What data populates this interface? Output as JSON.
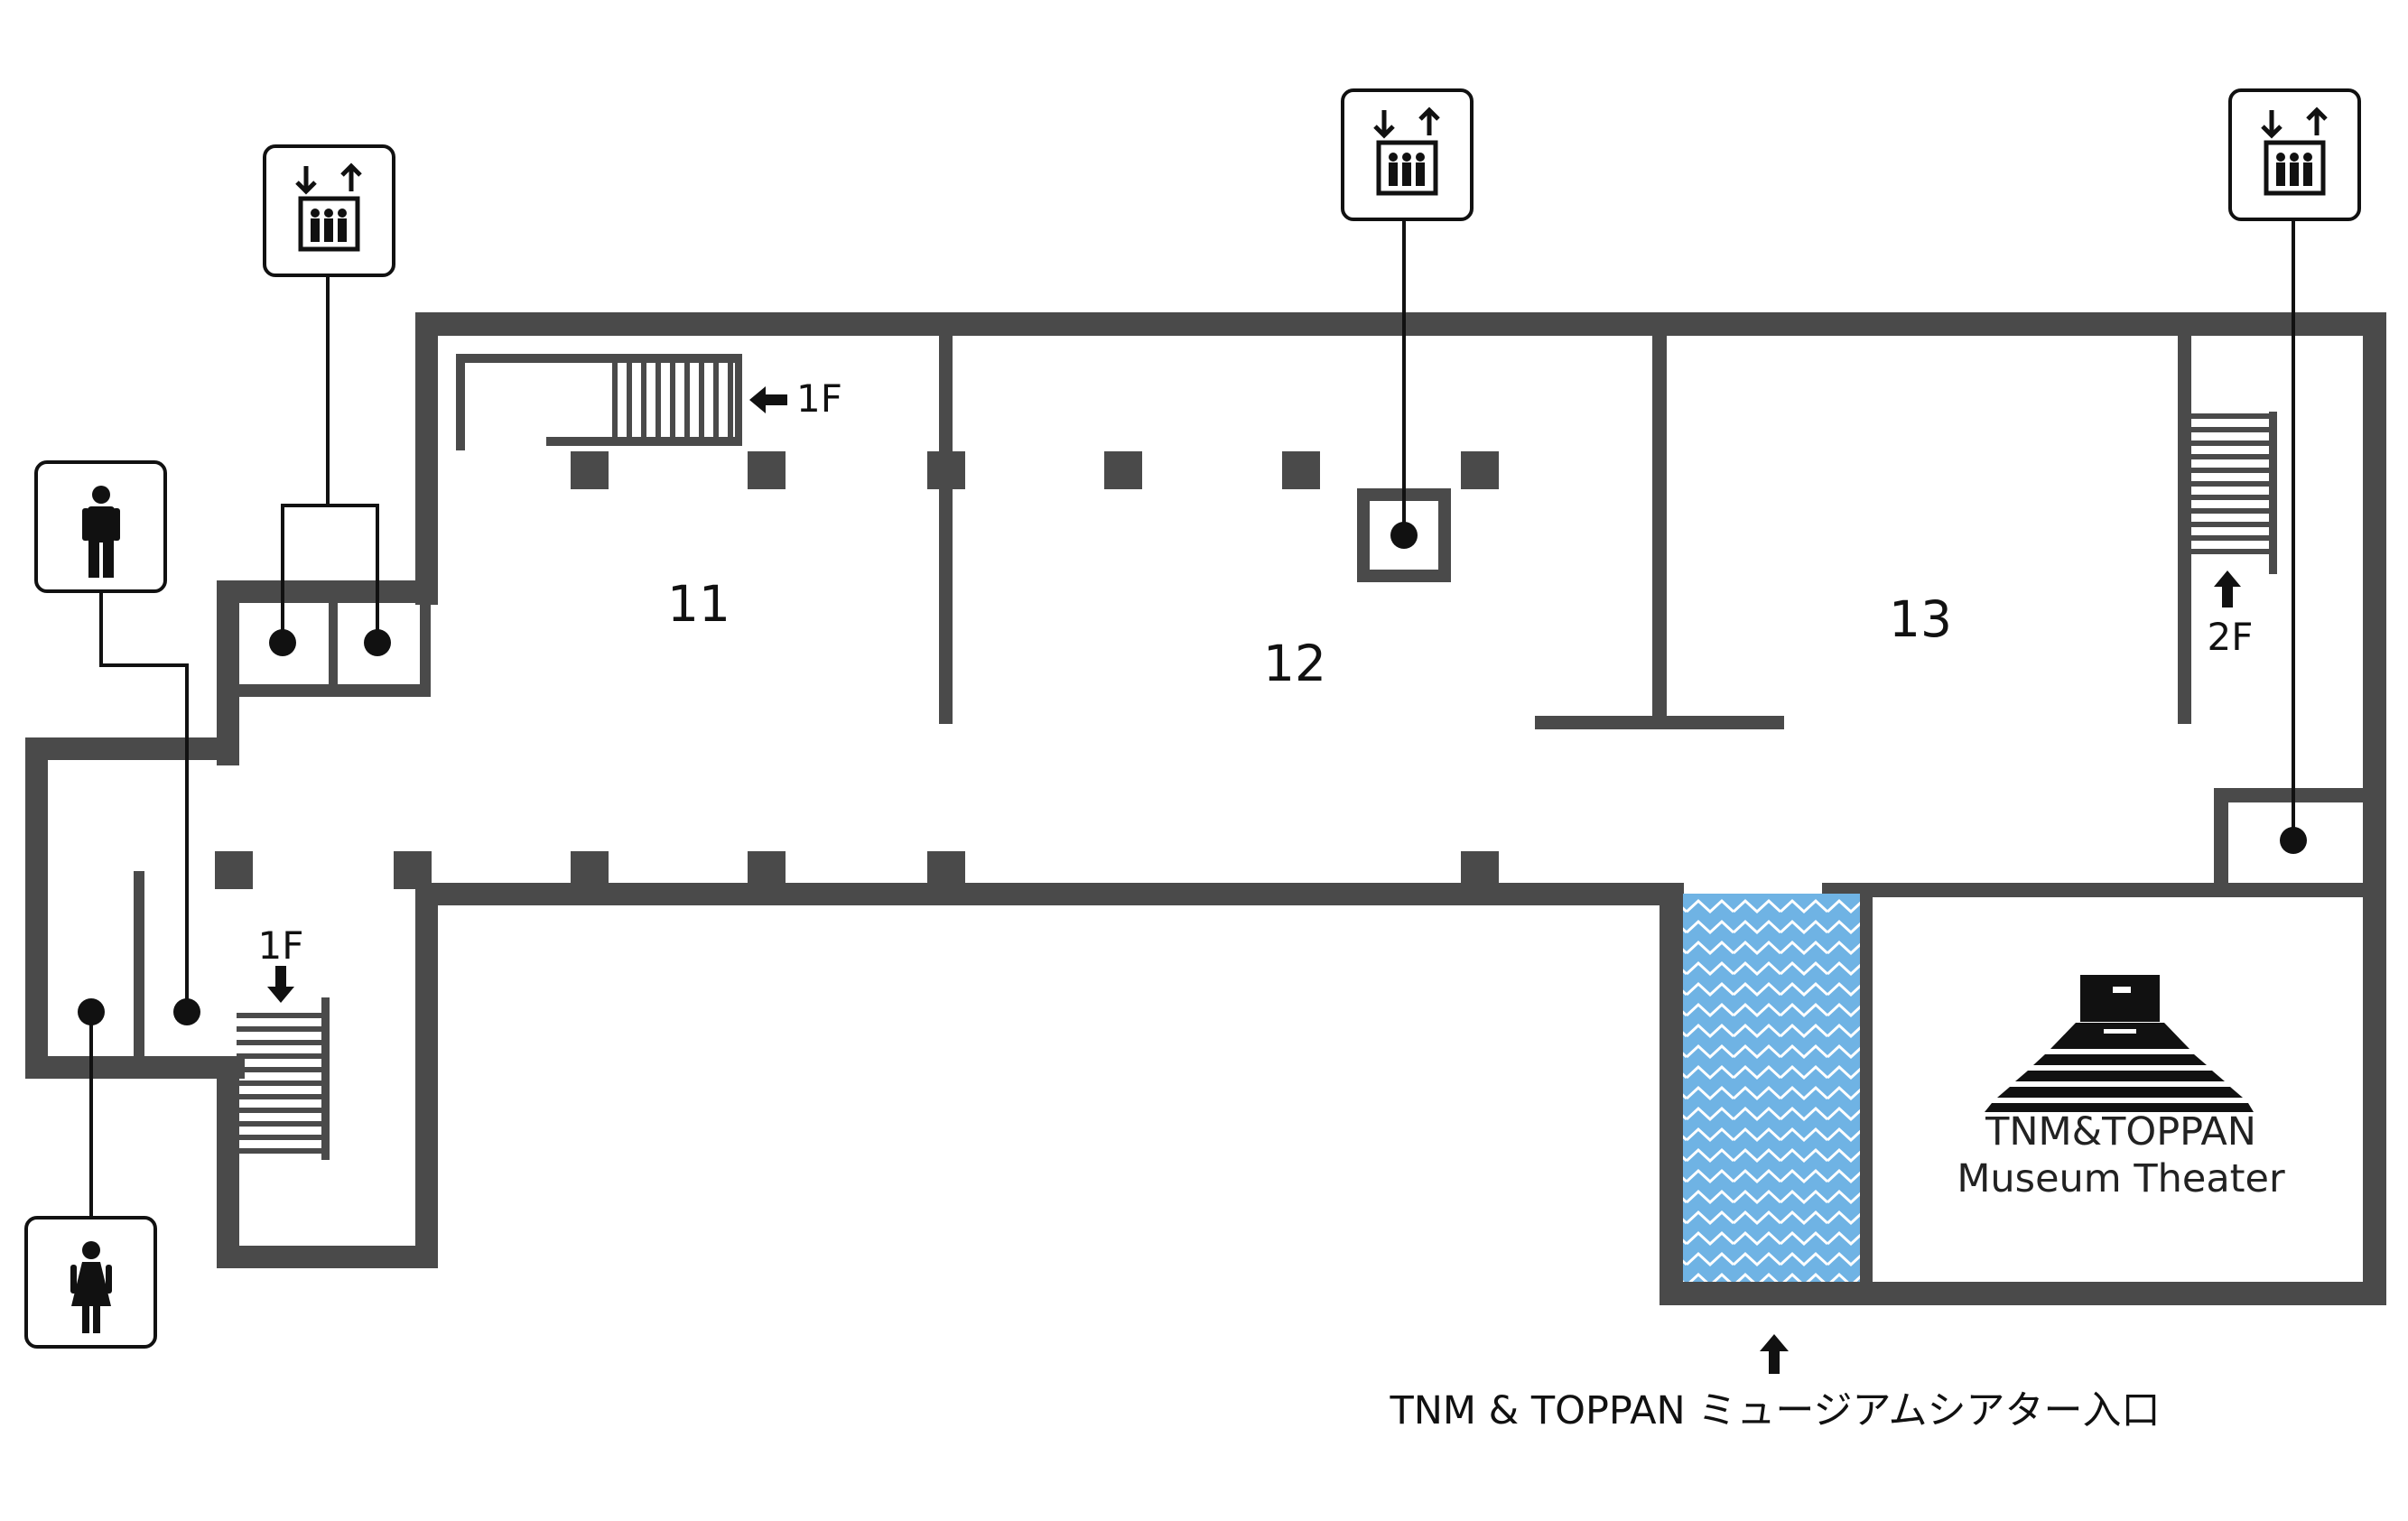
{
  "map": {
    "rooms": [
      {
        "number": "11"
      },
      {
        "number": "12"
      },
      {
        "number": "13"
      }
    ],
    "stair_labels": {
      "top_left": "1F",
      "bottom_left": "1F",
      "right": "2F"
    },
    "theater": {
      "line1": "TNM&TOPPAN",
      "line2": "Museum Theater"
    },
    "entrance_label": "TNM & TOPPAN ミュージアムシアター入口",
    "icons": [
      "elevator-icon",
      "elevator-icon",
      "elevator-icon",
      "mens-restroom-icon",
      "womens-restroom-icon",
      "theater-logo-icon",
      "arrow-up-icon"
    ],
    "colors": {
      "wall": "#4a4a4a",
      "water": "#6fb3e4",
      "text": "#111111",
      "background": "#ffffff"
    }
  }
}
